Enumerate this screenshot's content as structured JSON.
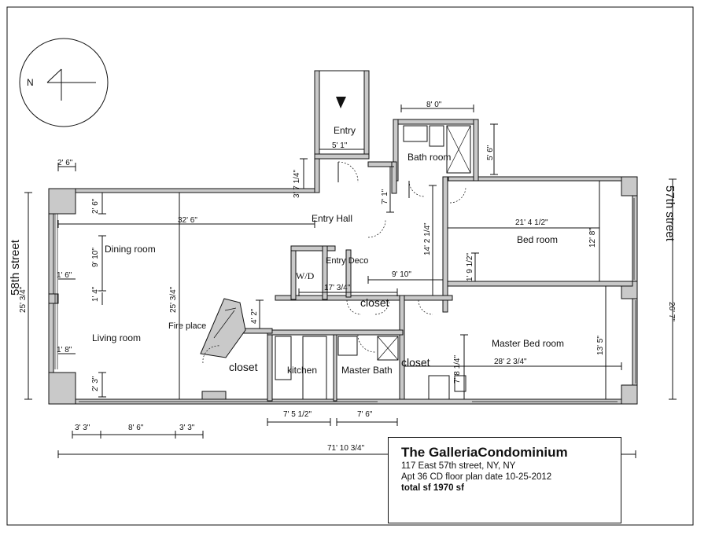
{
  "compass": {
    "north_label": "N"
  },
  "streets": {
    "west": "58th street",
    "east": "57th street"
  },
  "rooms": {
    "entry": "Entry",
    "bath_room": "Bath room",
    "entry_hall": "Entry Hall",
    "dining_room": "Dining room",
    "bed_room": "Bed room",
    "entry_deco": "Entry Deco",
    "wd": "W/D",
    "closet_center": "closet",
    "living_room": "Living room",
    "fire_place": "Fire place",
    "master_bed_room": "Master Bed room",
    "closet_left": "closet",
    "kitchen": "kitchen",
    "master_bath": "Master Bath",
    "closet_right": "closet"
  },
  "dimensions": {
    "entry_width": "5' 1\"",
    "bath_width": "8' 0\"",
    "bath_depth": "5' 6\"",
    "entry_hall_step": "3' 7 1/4\"",
    "hall_7_1": "7' 1\"",
    "hall_14_2": "14' 2 1/4\"",
    "corner_top": "2' 6\"",
    "corner_side_top": "2' 6\"",
    "dining_width": "32' 6\"",
    "dining_depth": "9' 10\"",
    "west_overall": "25' 3/4\"",
    "living_depth": "25' 3/4\"",
    "pier_1_6": "1' 6\"",
    "pier_1_4": "1' 4\"",
    "pier_1_8": "1' 8\"",
    "corner_bottom": "2' 3\"",
    "bed_width": "21' 4 1/2\"",
    "bed_depth": "12' 8\"",
    "closet_1_9": "1' 9 1/2\"",
    "hall_9_10": "9' 10\"",
    "entry_deco_17": "17' 3/4\"",
    "east_overall": "26' 7\"",
    "fire_4_2": "4' 2\"",
    "master_depth": "13' 5\"",
    "master_width": "28' 2 3/4\"",
    "master_7_8": "7' 8 1/4\"",
    "kitchen_width": "7' 5 1/2\"",
    "master_bath_width": "7' 6\"",
    "window_3_3_a": "3' 3\"",
    "window_8_6": "8' 6\"",
    "window_3_3_b": "3' 3\"",
    "overall_width": "71' 10 3/4\""
  },
  "title_block": {
    "title": "The GalleriaCondominium",
    "address": "117 East 57th street, NY, NY",
    "plan_line": "Apt 36 CD floor plan  date 10-25-2012",
    "total": "total sf 1970 sf"
  }
}
